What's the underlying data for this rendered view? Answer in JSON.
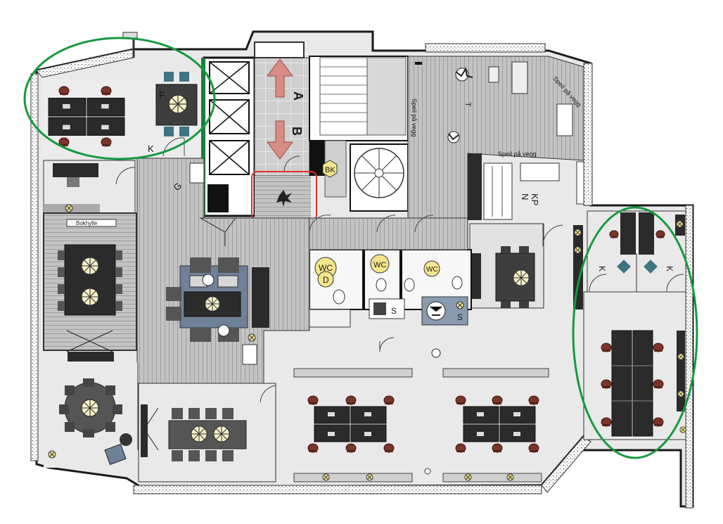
{
  "floorplan": {
    "arrows": {
      "a": "A",
      "b": "B"
    },
    "zones": {
      "f": "F",
      "k1": "K",
      "k2": "K",
      "k3": "K",
      "k4": "K",
      "g": "G",
      "t": "T",
      "kp": "KP",
      "n": "N",
      "s1": "S",
      "s2": "S",
      "d": "D"
    },
    "badges": {
      "bk": "BK",
      "wc1": "WC",
      "wc2": "WC",
      "wc3": "WC"
    },
    "wall_notes": {
      "speil1": "Speil på vegg",
      "speil2": "Speil på vegg",
      "speil3": "Speil på vegg",
      "bokhylle": "Bokhylle"
    },
    "colors": {
      "highlight": "#159a3e",
      "selection": "#e0322b",
      "floor": "#e9e9e9",
      "wood": "#b3b3b3",
      "desk": "#2b2b2b",
      "chair": "#7b3426",
      "badge": "#f3e58a",
      "lounge": "#6f8199",
      "arrow": "#d98c86"
    }
  }
}
